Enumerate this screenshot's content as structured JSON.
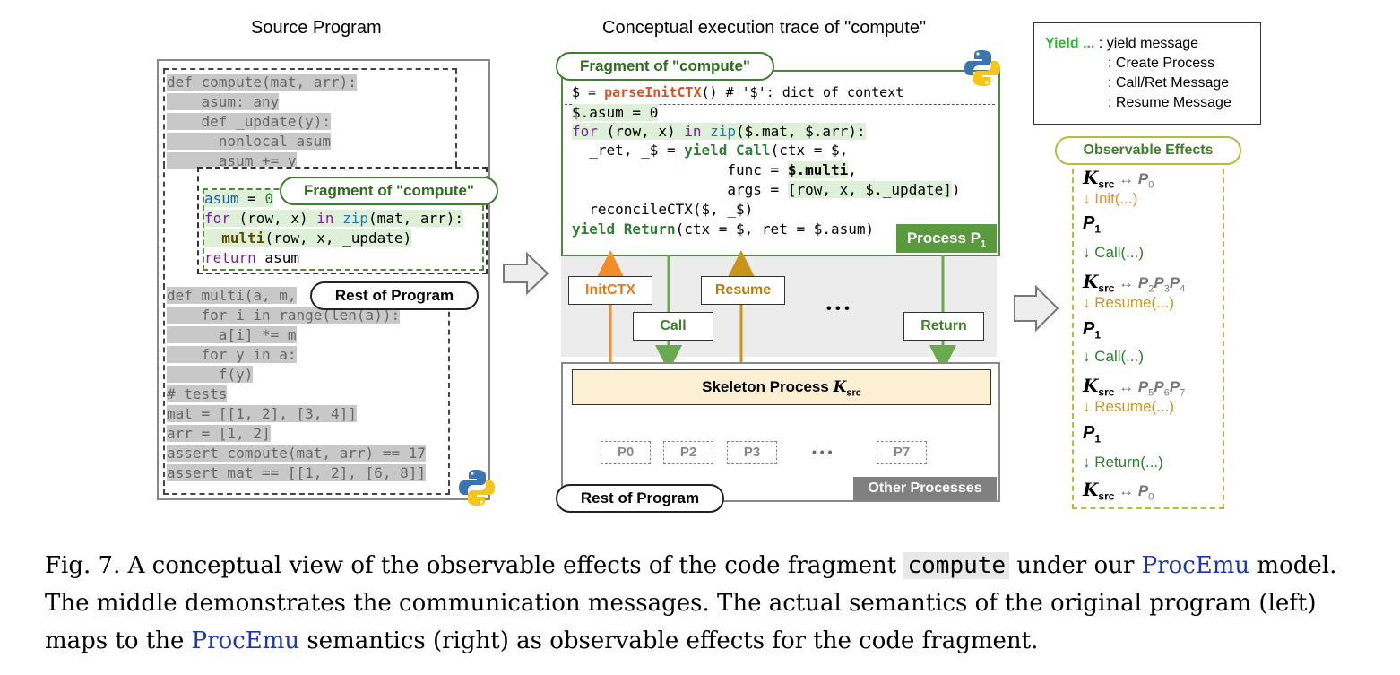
{
  "titles": {
    "left": "Source Program",
    "middle": "Conceptual execution trace of \"compute\""
  },
  "legend": {
    "yield_label": "Yield ...",
    "yield_desc": " : yield message",
    "create": ": Create Process",
    "callret": ": Call/Ret Message",
    "resume": ": Resume Message",
    "colors": {
      "create": "#f28c28",
      "callret": "#6aaa4f",
      "resume": "#c8951a",
      "yield": "#2eb82e"
    }
  },
  "source_code": {
    "lines": [
      "def compute(mat, arr):",
      "    asum: any",
      "    def _update(y):",
      "      nonlocal asum",
      "      asum += y",
      "def multi(a, m,",
      "    for i in range(len(a)):",
      "      a[i] *= m",
      "    for y in a:",
      "      f(y)",
      "# tests",
      "mat = [[1, 2], [3, 4]]",
      "arr = [1, 2]",
      "assert compute(mat, arr) == 17",
      "assert mat == [[1, 2], [6, 8]]"
    ],
    "fragment_label": "Fragment of \"compute\"",
    "fragment": {
      "l1a": "asum",
      "l1b": " = ",
      "l1c": "0",
      "l2a": "for",
      "l2b": " (row, x) ",
      "l2c": "in",
      "l2d": " ",
      "l2e": "zip",
      "l2f": "(mat, arr):",
      "l3a": "  ",
      "l3b": "multi",
      "l3c": "(row, x, _update)",
      "l4a": "return",
      "l4b": " asum"
    },
    "rest_label": "Rest of Program"
  },
  "trace": {
    "fragment_label": "Fragment of \"compute\"",
    "l0a": "$ = ",
    "l0b": "parseInitCTX",
    "l0c": "() # '$': dict of context",
    "l1": "$.asum = 0",
    "l2a": "for",
    "l2b": " (row, x) ",
    "l2c": "in",
    "l2d": " ",
    "l2e": "zip",
    "l2f": "($.mat, $.arr):",
    "l3a": "  _ret, _$ = ",
    "l3b": "yield Call",
    "l3c": "(ctx = $,",
    "l4a": "                  func = ",
    "l4b": "$.multi",
    "l5a": "                  args = ",
    "l5b": "[row, x, $._update]",
    "l5c": ")",
    "l6": "  reconcileCTX($, _$)",
    "l7a": "yield Return",
    "l7b": "(ctx = $, ret = $.asum)",
    "process_label": "Process P",
    "process_sub": "1",
    "messages": [
      "InitCTX",
      "Call",
      "Resume",
      "Return"
    ],
    "ellipsis": "• • •",
    "skeleton_label": "Skeleton Process ",
    "skeleton_k": "K",
    "skeleton_sub": "src",
    "processes": [
      "P0",
      "P2",
      "P3",
      "P7"
    ],
    "proc_ellipsis": "• • •",
    "other_label": "Other Processes",
    "rest_label": "Rest of Program"
  },
  "effects": {
    "title": "Observable Effects",
    "items": [
      {
        "k": "K",
        "ks": "src",
        "rest": " ↔ ",
        "ps": [
          [
            "P",
            "0"
          ]
        ]
      },
      {
        "arrow": "↓ Init(...)",
        "color": "#f28c28"
      },
      {
        "p": "P",
        "ps": "1"
      },
      {
        "arrow": "↓ Call(...)",
        "color": "#2e7d32"
      },
      {
        "k": "K",
        "ks": "src",
        "rest": " ↔ ",
        "ps": [
          [
            "P",
            "2"
          ],
          [
            "P",
            "3"
          ],
          [
            "P",
            "4"
          ]
        ]
      },
      {
        "arrow": "↓ Resume(...)",
        "color": "#c8951a"
      },
      {
        "p": "P",
        "ps": "1"
      },
      {
        "arrow": "↓ Call(...)",
        "color": "#2e7d32"
      },
      {
        "k": "K",
        "ks": "src",
        "rest": " ↔ ",
        "ps": [
          [
            "P",
            "5"
          ],
          [
            "P",
            "6"
          ],
          [
            "P",
            "7"
          ]
        ]
      },
      {
        "arrow": "↓ Resume(...)",
        "color": "#c8951a"
      },
      {
        "p": "P",
        "ps": "1"
      },
      {
        "arrow": "↓ Return(...)",
        "color": "#2e7d32"
      },
      {
        "k": "K",
        "ks": "src",
        "rest": " ↔ ",
        "ps": [
          [
            "P",
            "0"
          ]
        ]
      }
    ]
  },
  "caption": {
    "line1a": "Fig. 7.  A conceptual view of the observable effects of the code fragment ",
    "line1code": "compute",
    "line1b": " under our ",
    "procemu": "ProcEmu",
    "line1c": " model.",
    "line2": "The middle demonstrates the communication messages. The actual semantics of the original program (left)",
    "line3a": "maps to the ",
    "line3b": " semantics (right) as observable effects for the code fragment."
  }
}
